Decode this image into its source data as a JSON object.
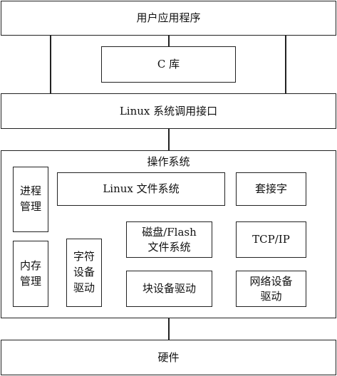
{
  "user_app": "用户应用程序",
  "c_lib": "C 库",
  "syscall": "Linux 系统调用接口",
  "os": {
    "title": "操作系统",
    "process_mgmt": "进程管理",
    "memory_mgmt": "内存管理",
    "linux_fs": "Linux 文件系统",
    "char_driver": "字符设备驱动",
    "disk_flash_fs": [
      "磁盘/Flash",
      "文件系统"
    ],
    "block_driver": "块设备驱动",
    "socket": "套接字",
    "tcpip": "TCP/IP",
    "net_driver": [
      "网络设备",
      "驱动"
    ]
  },
  "hardware": "硬件"
}
